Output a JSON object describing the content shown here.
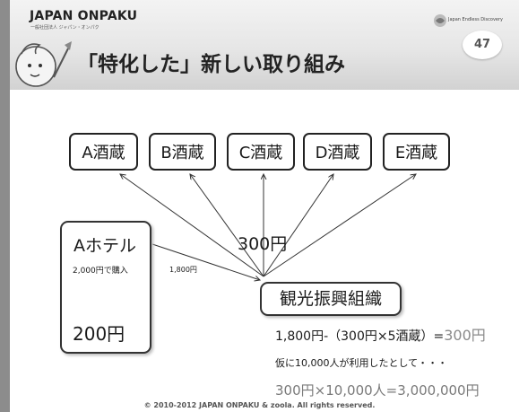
{
  "header": {
    "logo_text": "JAPAN ONPAKU",
    "logo_subtext": "一般社団法人 ジャパン・オンパク",
    "partner_text": "Japan Endless Discovery",
    "page_number": "47"
  },
  "slide_title": "「特化した」新しい取り組み",
  "breweries": [
    {
      "label": "A酒蔵"
    },
    {
      "label": "B酒蔵"
    },
    {
      "label": "C酒蔵"
    },
    {
      "label": "D酒蔵"
    },
    {
      "label": "E酒蔵"
    }
  ],
  "hotel": {
    "name": "Aホテル",
    "purchase": "2,000円で購入",
    "price": "200円"
  },
  "fee_label": "1,800円",
  "ticket_label": "300円",
  "organization": "観光振興組織",
  "formula": {
    "expression": "1,800円-（300円×5酒蔵）=",
    "result": "300円"
  },
  "scenario": "仮に10,000人が利用したとして・・・",
  "total": "300円×10,000人=3,000,000円",
  "footer": {
    "copyright": "© 2010-2012 JAPAN ONPAKU & zoola. All rights reserved."
  },
  "colors": {
    "header_band": "#e2e2e2",
    "left_bar": "#8c8c8c",
    "emphasis_gray": "#8a8a8a"
  }
}
